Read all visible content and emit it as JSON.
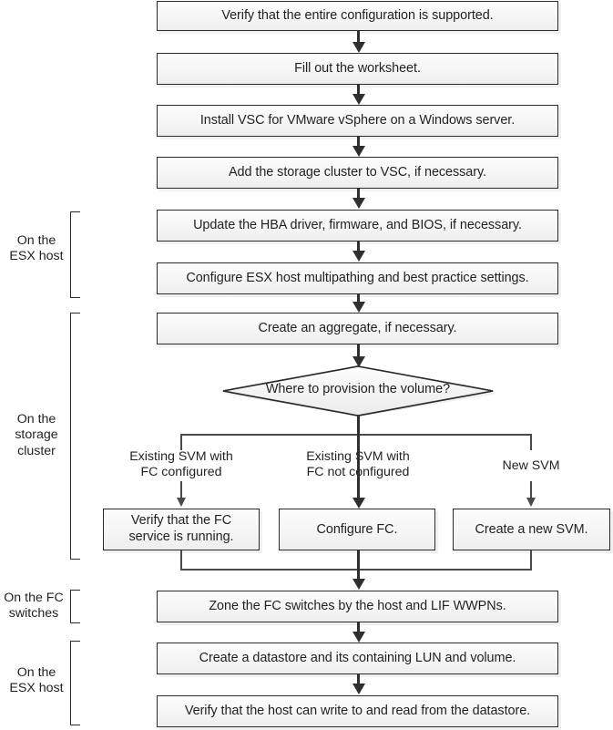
{
  "diagram": {
    "title": "FC configuration workflow for VMware vSphere on ONTAP",
    "type": "flowchart"
  },
  "steps": [
    {
      "id": "verify-config",
      "label": "Verify that the entire configuration is supported."
    },
    {
      "id": "fill-worksheet",
      "label": "Fill out the worksheet."
    },
    {
      "id": "install-vsc",
      "label": "Install VSC for VMware vSphere on a Windows server."
    },
    {
      "id": "add-cluster",
      "label": "Add the storage cluster to VSC, if necessary."
    },
    {
      "id": "update-hba",
      "label": "Update the HBA driver, firmware, and BIOS, if necessary."
    },
    {
      "id": "configure-esx",
      "label": "Configure ESX host multipathing and best practice settings."
    },
    {
      "id": "create-aggregate",
      "label": "Create an aggregate, if necessary."
    }
  ],
  "decision": {
    "id": "where-provision",
    "label": "Where to provision the volume?"
  },
  "branches": [
    {
      "id": "existing-svm-fc-configured",
      "caption_line1": "Existing SVM with",
      "caption_line2": "FC configured",
      "box_line1": "Verify that the FC",
      "box_line2": "service is running."
    },
    {
      "id": "existing-svm-fc-not-configured",
      "caption_line1": "Existing SVM with",
      "caption_line2": "FC not configured",
      "box_line1": "Configure FC.",
      "box_line2": ""
    },
    {
      "id": "new-svm",
      "caption_line1": "New SVM",
      "caption_line2": "",
      "box_line1": "Create a new SVM.",
      "box_line2": ""
    }
  ],
  "steps_after_merge": [
    {
      "id": "zone-fc-switches",
      "label": "Zone the FC switches by the host and LIF WWPNs."
    },
    {
      "id": "create-datastore",
      "label": "Create a datastore and its containing LUN and volume."
    },
    {
      "id": "verify-datastore",
      "label": "Verify that the host can write to and read from the datastore."
    }
  ],
  "phases": [
    {
      "id": "esx-host-top",
      "line1": "On the",
      "line2": "ESX host",
      "line3": ""
    },
    {
      "id": "storage-cluster",
      "line1": "On the",
      "line2": "storage",
      "line3": "cluster"
    },
    {
      "id": "fc-switches",
      "line1": "On the FC",
      "line2": "switches",
      "line3": ""
    },
    {
      "id": "esx-host-bottom",
      "line1": "On the",
      "line2": "ESX host",
      "line3": ""
    }
  ],
  "colors": {
    "box_border": "#2b2b2b",
    "box_fill_top": "#fcfcfc",
    "box_fill_bottom": "#eeeeee",
    "connector": "#2f2f2f",
    "text": "#231f20",
    "background": "#ffffff"
  }
}
